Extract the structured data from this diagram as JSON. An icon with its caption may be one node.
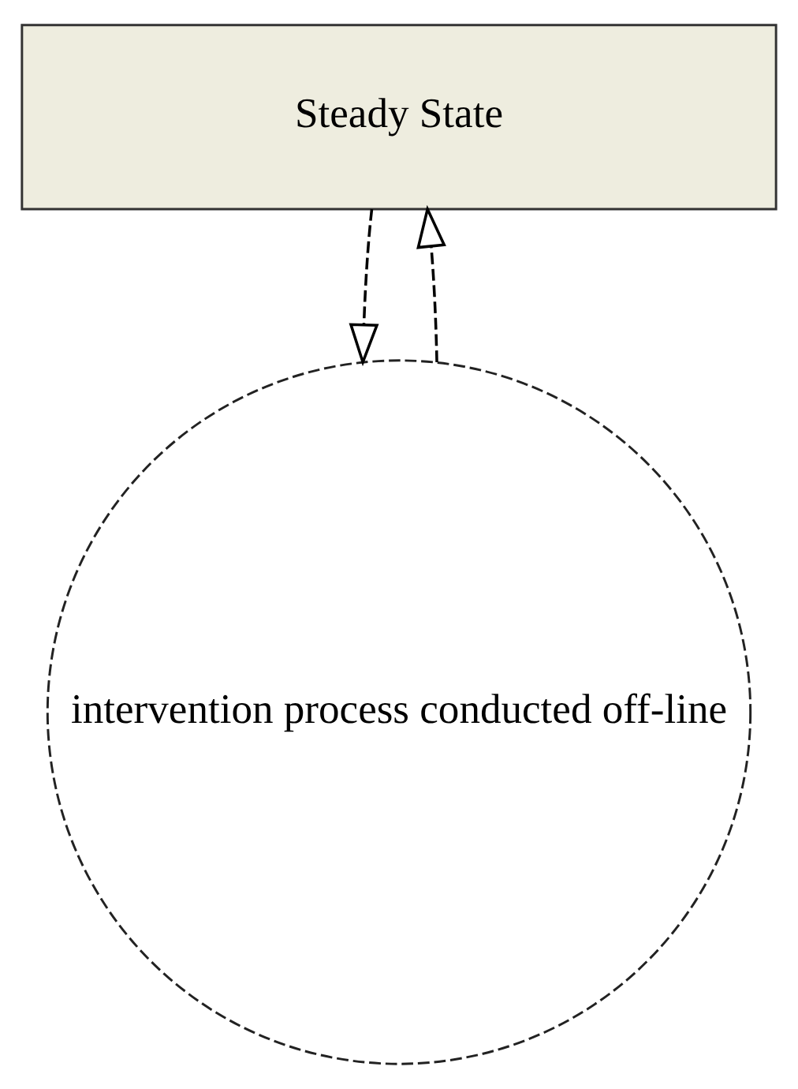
{
  "diagram": {
    "nodes": [
      {
        "text": [
          "Steady State"
        ]
      },
      {
        "text": [
          "intervention process conducted off-line"
        ]
      }
    ],
    "edges": [
      {
        "from": 1,
        "to": 0,
        "arrow": "to",
        "style": "dashed"
      },
      {
        "from": 0,
        "to": 1,
        "arrow": "to",
        "style": "dashed"
      }
    ]
  }
}
